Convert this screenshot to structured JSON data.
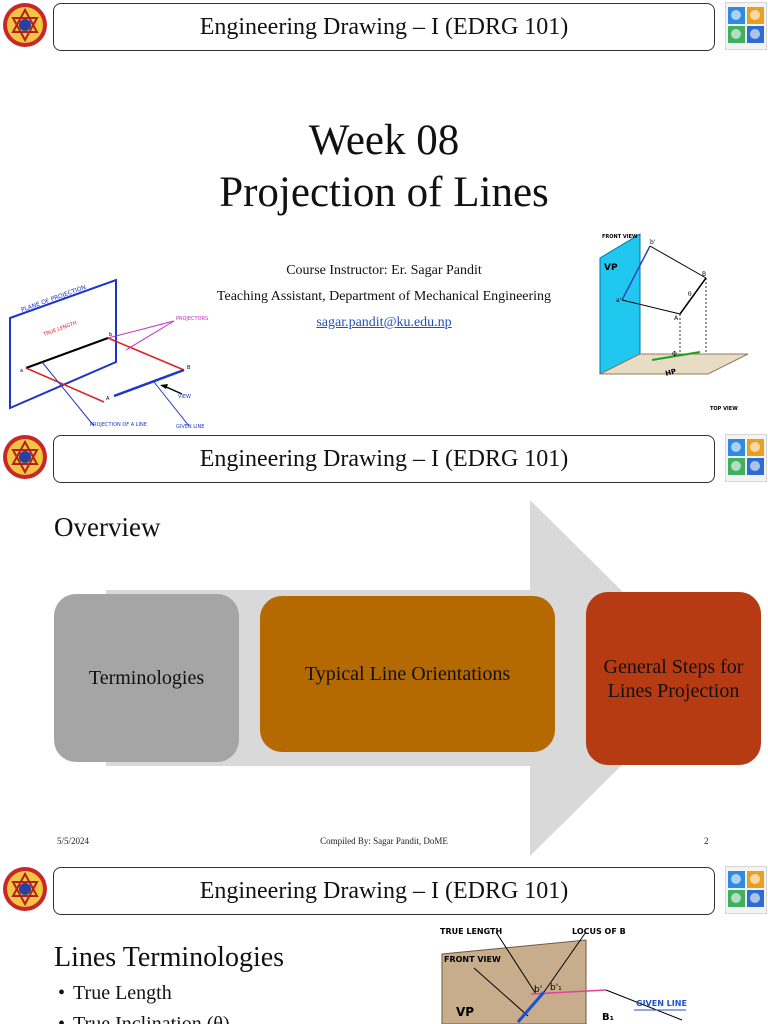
{
  "slides": [
    {
      "header": "Engineering Drawing – I (EDRG 101)",
      "title_line1": "Week 08",
      "title_line2": "Projection of Lines",
      "instructor": "Course Instructor: Er. Sagar Pandit",
      "assistant": "Teaching Assistant, Department of Mechanical Engineering",
      "email": "sagar.pandit@ku.edu.np",
      "left_figure_labels": [
        "PLANE OF PROJECTION",
        "TRUE LENGTH",
        "PROJECTORS",
        "VIEW",
        "PROJECTION OF A LINE",
        "GIVEN LINE",
        "a",
        "b",
        "A",
        "B"
      ],
      "right_figure_labels": [
        "FRONT VIEW",
        "VP",
        "HP",
        "TOP VIEW",
        "a'",
        "b'",
        "A",
        "B",
        "θ",
        "Φ"
      ]
    },
    {
      "header": "Engineering Drawing – I (EDRG 101)",
      "heading": "Overview",
      "nodes": [
        "Terminologies",
        "Typical Line Orientations",
        "General Steps for Lines Projection"
      ],
      "footer": {
        "date": "5/5/2024",
        "center": "Compiled By: Sagar Pandit, DoME",
        "page": "2"
      }
    },
    {
      "header": "Engineering Drawing – I (EDRG 101)",
      "heading": "Lines Terminologies",
      "bullets": [
        "True Length",
        "True Inclination (θ)"
      ],
      "figure_labels": [
        "TRUE LENGTH",
        "LOCUS OF B",
        "FRONT VIEW",
        "VP",
        "GIVEN LINE",
        "b'",
        "b'₁",
        "B₁"
      ]
    }
  ],
  "colors": {
    "node_gray": "#a5a5a5",
    "node_orange": "#b46a00",
    "node_red": "#b63a12",
    "arrow_bg": "#d9d9d9",
    "link_blue": "#1f4fc4",
    "plane_cyan": "#20c8f0",
    "hp_beige": "#e8dcc4"
  },
  "icons": {
    "left_logo": "kathmandu-university-logo-icon",
    "right_logo": "department-emblem-icon"
  }
}
